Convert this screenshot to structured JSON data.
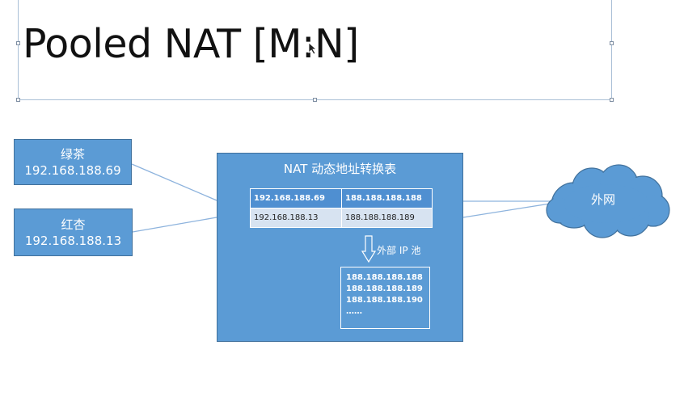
{
  "slide": {
    "title": "Pooled NAT [M:N]"
  },
  "hosts": [
    {
      "name": "绿茶",
      "ip": "192.168.188.69"
    },
    {
      "name": "红杏",
      "ip": "192.168.188.13"
    }
  ],
  "nat": {
    "title": "NAT 动态地址转换表",
    "table": [
      {
        "inside": "192.168.188.69",
        "outside": "188.188.188.188"
      },
      {
        "inside": "192.168.188.13",
        "outside": "188.188.188.189"
      }
    ],
    "pool_label": "外部 IP 池",
    "pool": [
      "188.188.188.188",
      "188.188.188.189",
      "188.188.188.190",
      "……"
    ]
  },
  "internet": {
    "label": "外网"
  },
  "colors": {
    "box_fill": "#5b9bd5",
    "box_border": "#41719c",
    "line": "#8db3dd"
  }
}
